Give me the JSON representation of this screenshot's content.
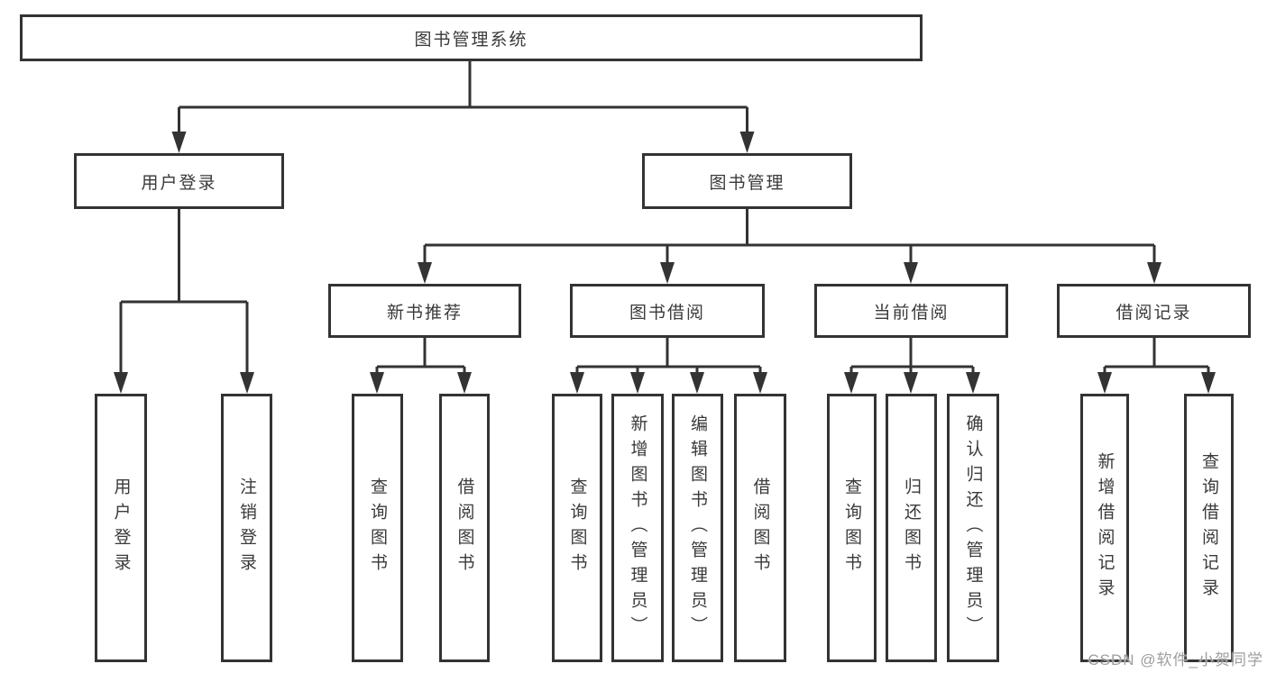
{
  "colors": {
    "line": "#333333",
    "text": "#3a3a3a",
    "background": "#ffffff",
    "watermark": "#9e9e9e"
  },
  "watermark": {
    "text": "CSDN @软件_小贺同学"
  },
  "diagram": {
    "type": "hierarchy-tree",
    "root": {
      "label": "图书管理系统"
    },
    "branches": [
      {
        "label": "用户登录",
        "children": [
          {
            "label": "用户登录"
          },
          {
            "label": "注销登录"
          }
        ]
      },
      {
        "label": "图书管理",
        "children": [
          {
            "label": "新书推荐",
            "children": [
              {
                "label": "查询图书"
              },
              {
                "label": "借阅图书"
              }
            ]
          },
          {
            "label": "图书借阅",
            "children": [
              {
                "label": "查询图书"
              },
              {
                "label": "新增图书（管理员）"
              },
              {
                "label": "编辑图书（管理员）"
              },
              {
                "label": "借阅图书"
              }
            ]
          },
          {
            "label": "当前借阅",
            "children": [
              {
                "label": "查询图书"
              },
              {
                "label": "归还图书"
              },
              {
                "label": "确认归还（管理员）"
              }
            ]
          },
          {
            "label": "借阅记录",
            "children": [
              {
                "label": "新增借阅记录"
              },
              {
                "label": "查询借阅记录"
              }
            ]
          }
        ]
      }
    ]
  }
}
